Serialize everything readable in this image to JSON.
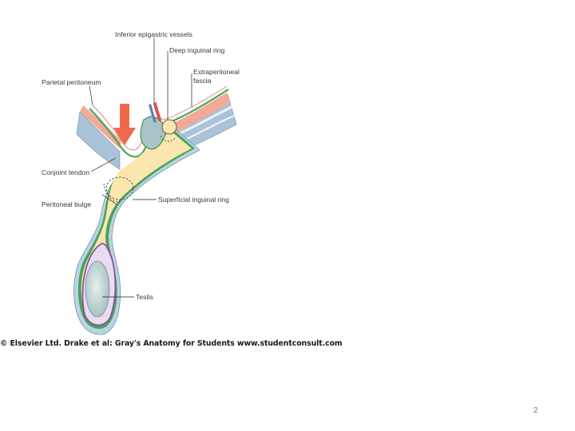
{
  "diagram": {
    "labels": {
      "inferior_epigastric": "Inferior epigastric vessels",
      "deep_ring": "Deep inguinal ring",
      "extraperitoneal_1": "Extraperitoneal",
      "extraperitoneal_2": "fascia",
      "parietal_peritoneum": "Parietal peritoneum",
      "conjoint_tendon": "Conjoint tendon",
      "peritoneal_bulge": "Peritoneal bulge",
      "superficial_ring": "Superficial inguinal ring",
      "testis": "Testis"
    },
    "colors": {
      "canal": "#fbe6b0",
      "peritoneum_green": "#4aa35a",
      "fascia_pink": "#f2a996",
      "muscle_blue": "#a9c3d8",
      "tunica_purple": "#8a4fa0",
      "testis": "#c9dcd6",
      "arrow": "#ef6a4c",
      "artery": "#d9534f",
      "vein": "#5b7fbf"
    }
  },
  "credit": "© Elsevier Ltd. Drake et al: Gray's Anatomy for Students www.studentconsult.com",
  "page_number": "2"
}
